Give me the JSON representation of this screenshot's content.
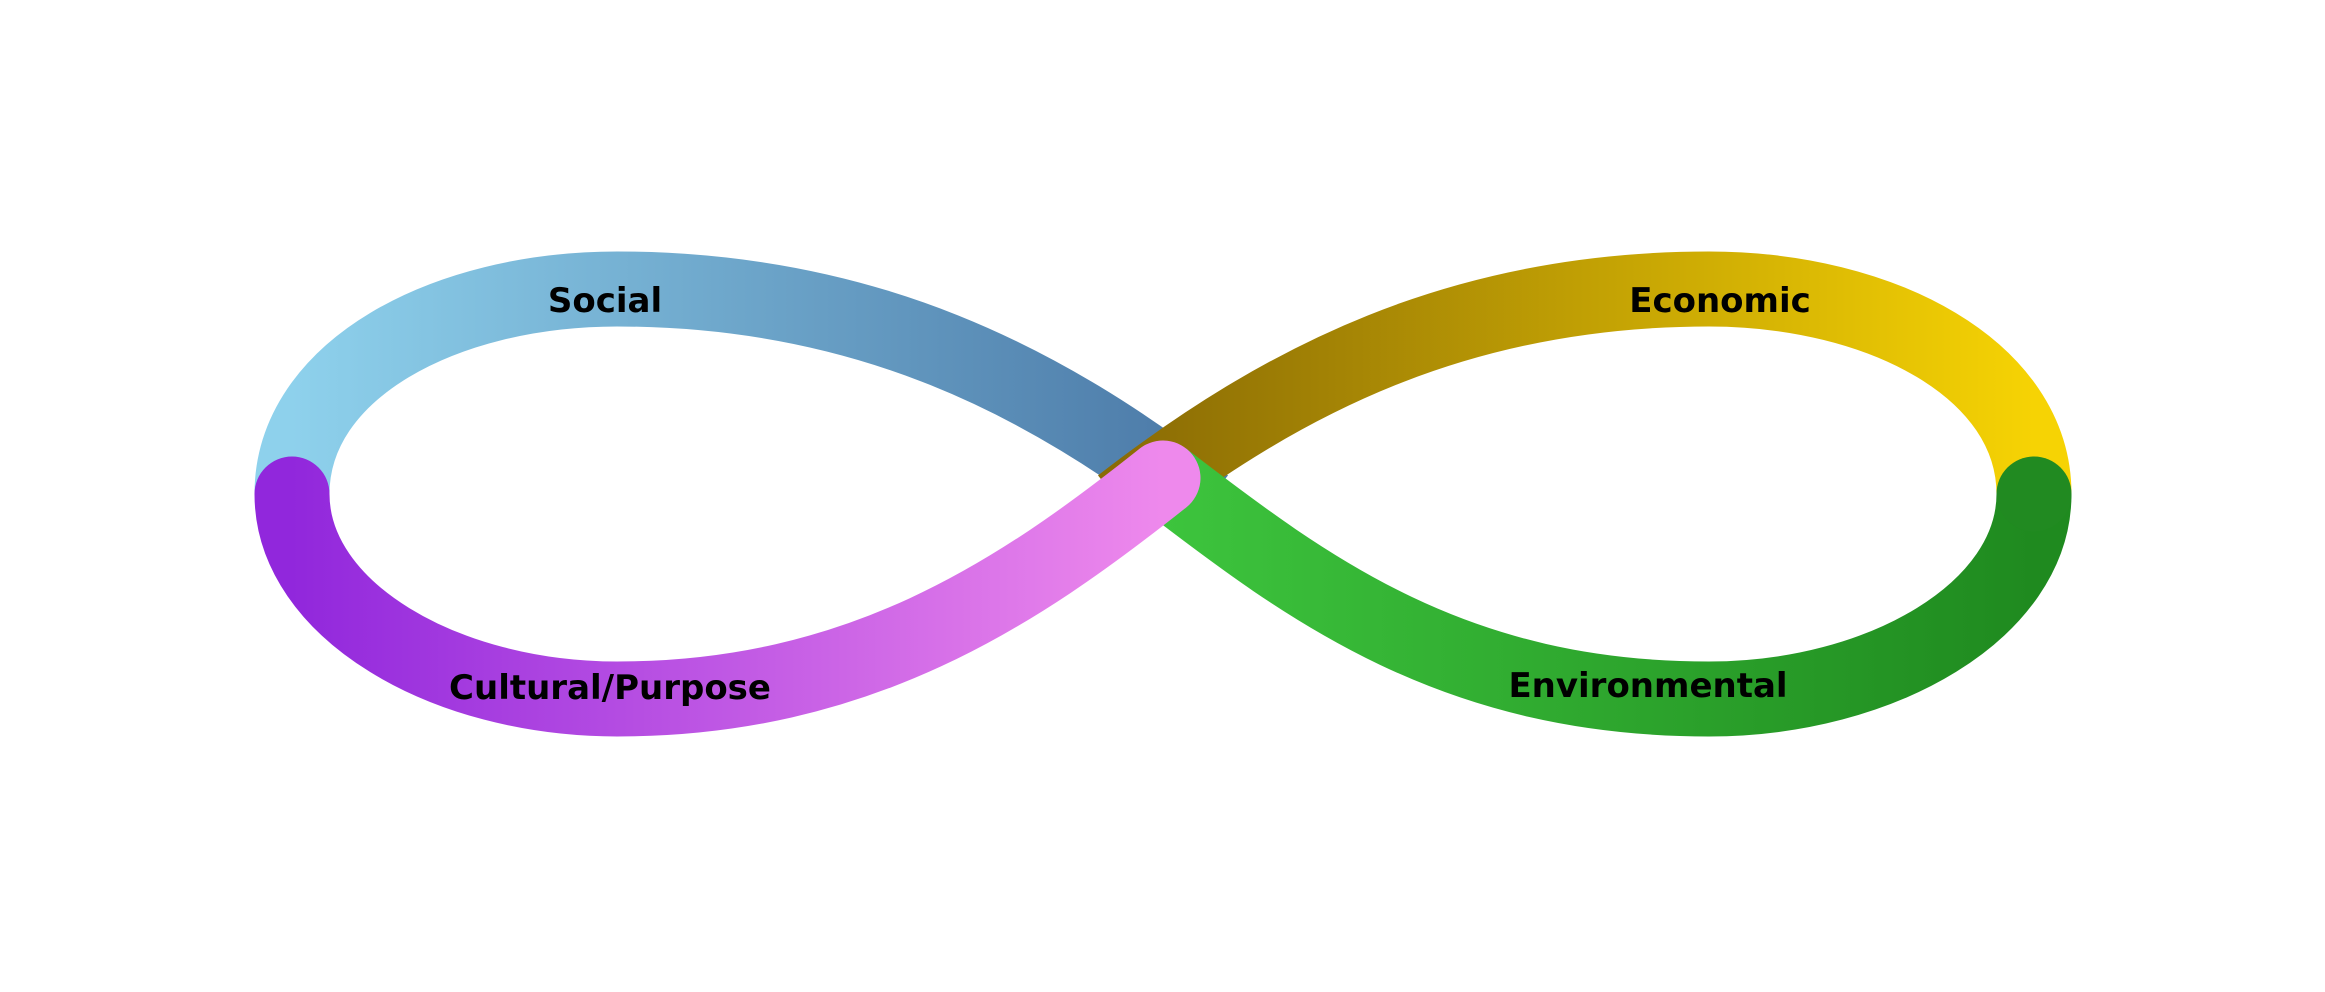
{
  "diagram": {
    "type": "infinity-loop",
    "background_color": "#ffffff",
    "label_color": "#000000",
    "segments": [
      {
        "id": "social",
        "label": "Social",
        "position": "top-left",
        "gradient_start": "#8ED1EC",
        "gradient_end": "#4B79A7"
      },
      {
        "id": "economic",
        "label": "Economic",
        "position": "top-right",
        "gradient_start": "#8A6B05",
        "gradient_end": "#F6D304"
      },
      {
        "id": "environmental",
        "label": "Environmental",
        "position": "bottom-right",
        "gradient_start": "#3DC43D",
        "gradient_end": "#1F8A1F",
        "cap_color": "#218A21"
      },
      {
        "id": "cultural",
        "label": "Cultural/Purpose",
        "position": "bottom-left",
        "gradient_start": "#9127DC",
        "gradient_end": "#EE89EC"
      }
    ]
  }
}
